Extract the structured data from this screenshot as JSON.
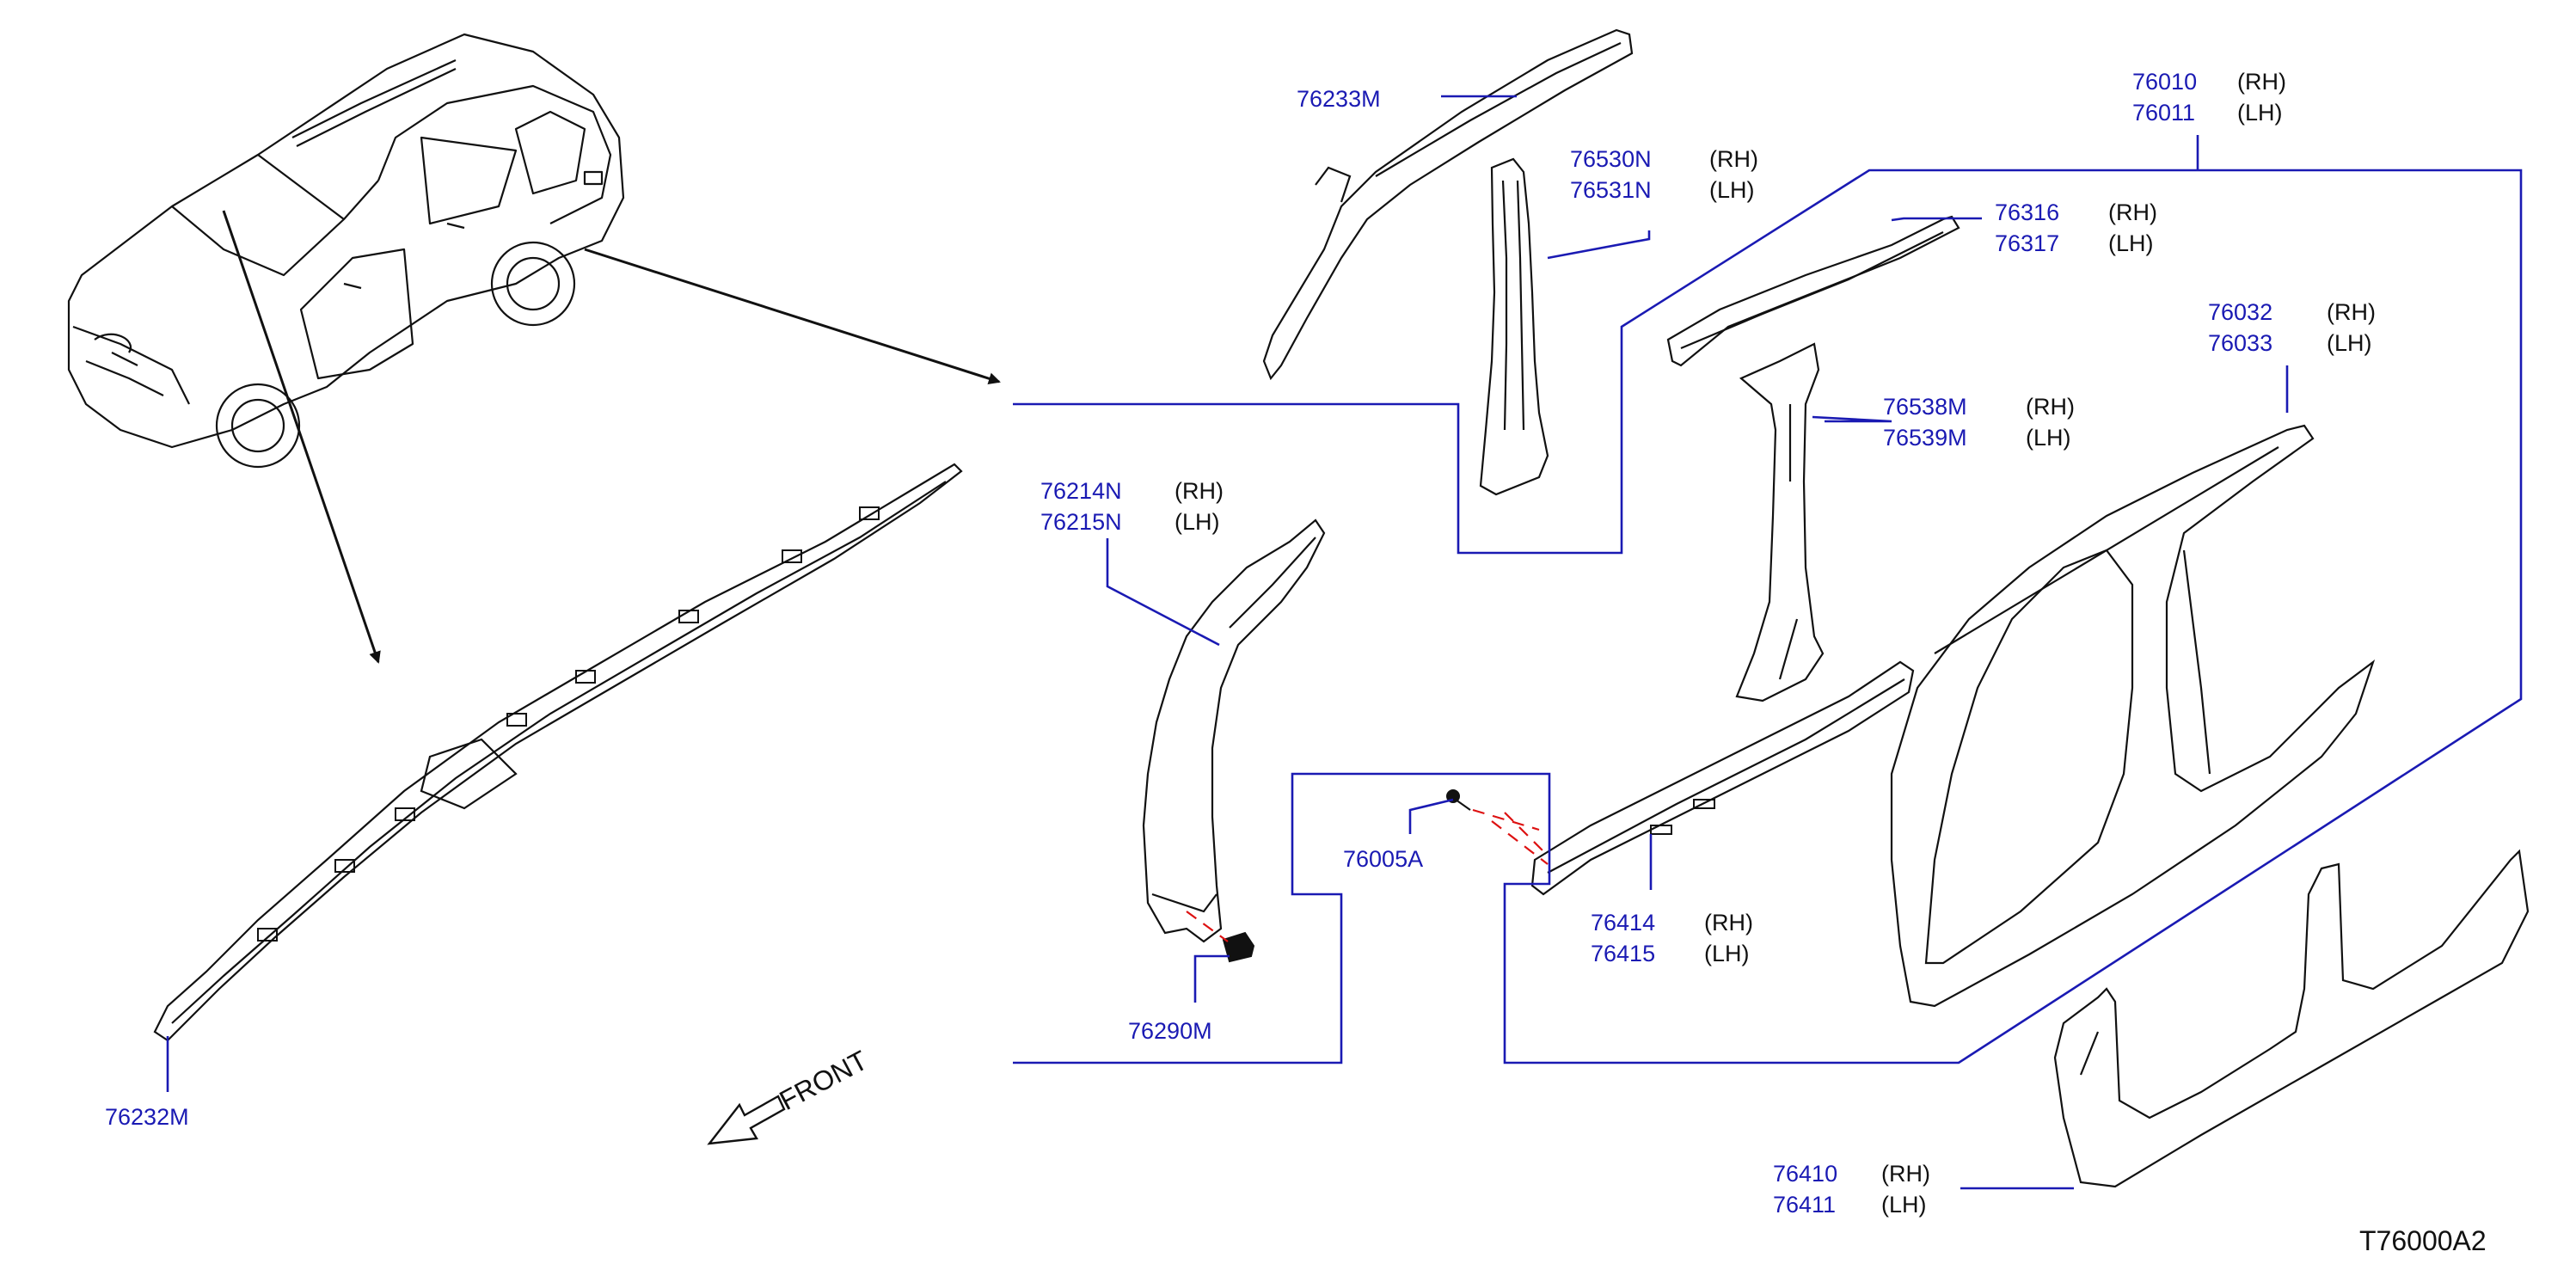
{
  "colors": {
    "callout": "#1a1ab3",
    "part_line": "#111111",
    "guide": "#dd1111",
    "background": "#ffffff"
  },
  "drawing_code": "T76000A2",
  "front_label": "FRONT",
  "side_rh": "(RH)",
  "side_lh": "(LH)",
  "callouts": {
    "p76233M": "76233M",
    "p76530N": "76530N",
    "p76531N": "76531N",
    "p76010": "76010",
    "p76011": "76011",
    "p76316": "76316",
    "p76317": "76317",
    "p76032": "76032",
    "p76033": "76033",
    "p76538M": "76538M",
    "p76539M": "76539M",
    "p76214N": "76214N",
    "p76215N": "76215N",
    "p76005A": "76005A",
    "p76414": "76414",
    "p76415": "76415",
    "p76290M": "76290M",
    "p76232M": "76232M",
    "p76410": "76410",
    "p76411": "76411"
  }
}
